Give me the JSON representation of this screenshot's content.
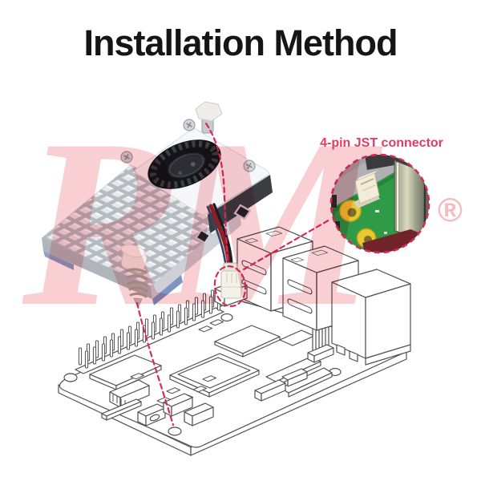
{
  "title": "Installation Method",
  "callout": {
    "label": "4-pin JST connector"
  },
  "watermark": {
    "letters": "RM",
    "registered": "®"
  },
  "colors": {
    "accent_dashed": "#D92A5C",
    "label_text": "#E23A60",
    "title_text": "#151515",
    "line_art": "#4F4F4F",
    "callout_pcb_green": "#2F9B46",
    "heatsink_silver": "#D8DBDF",
    "fan_black": "#141419",
    "watermark_red": "#E8525E"
  }
}
